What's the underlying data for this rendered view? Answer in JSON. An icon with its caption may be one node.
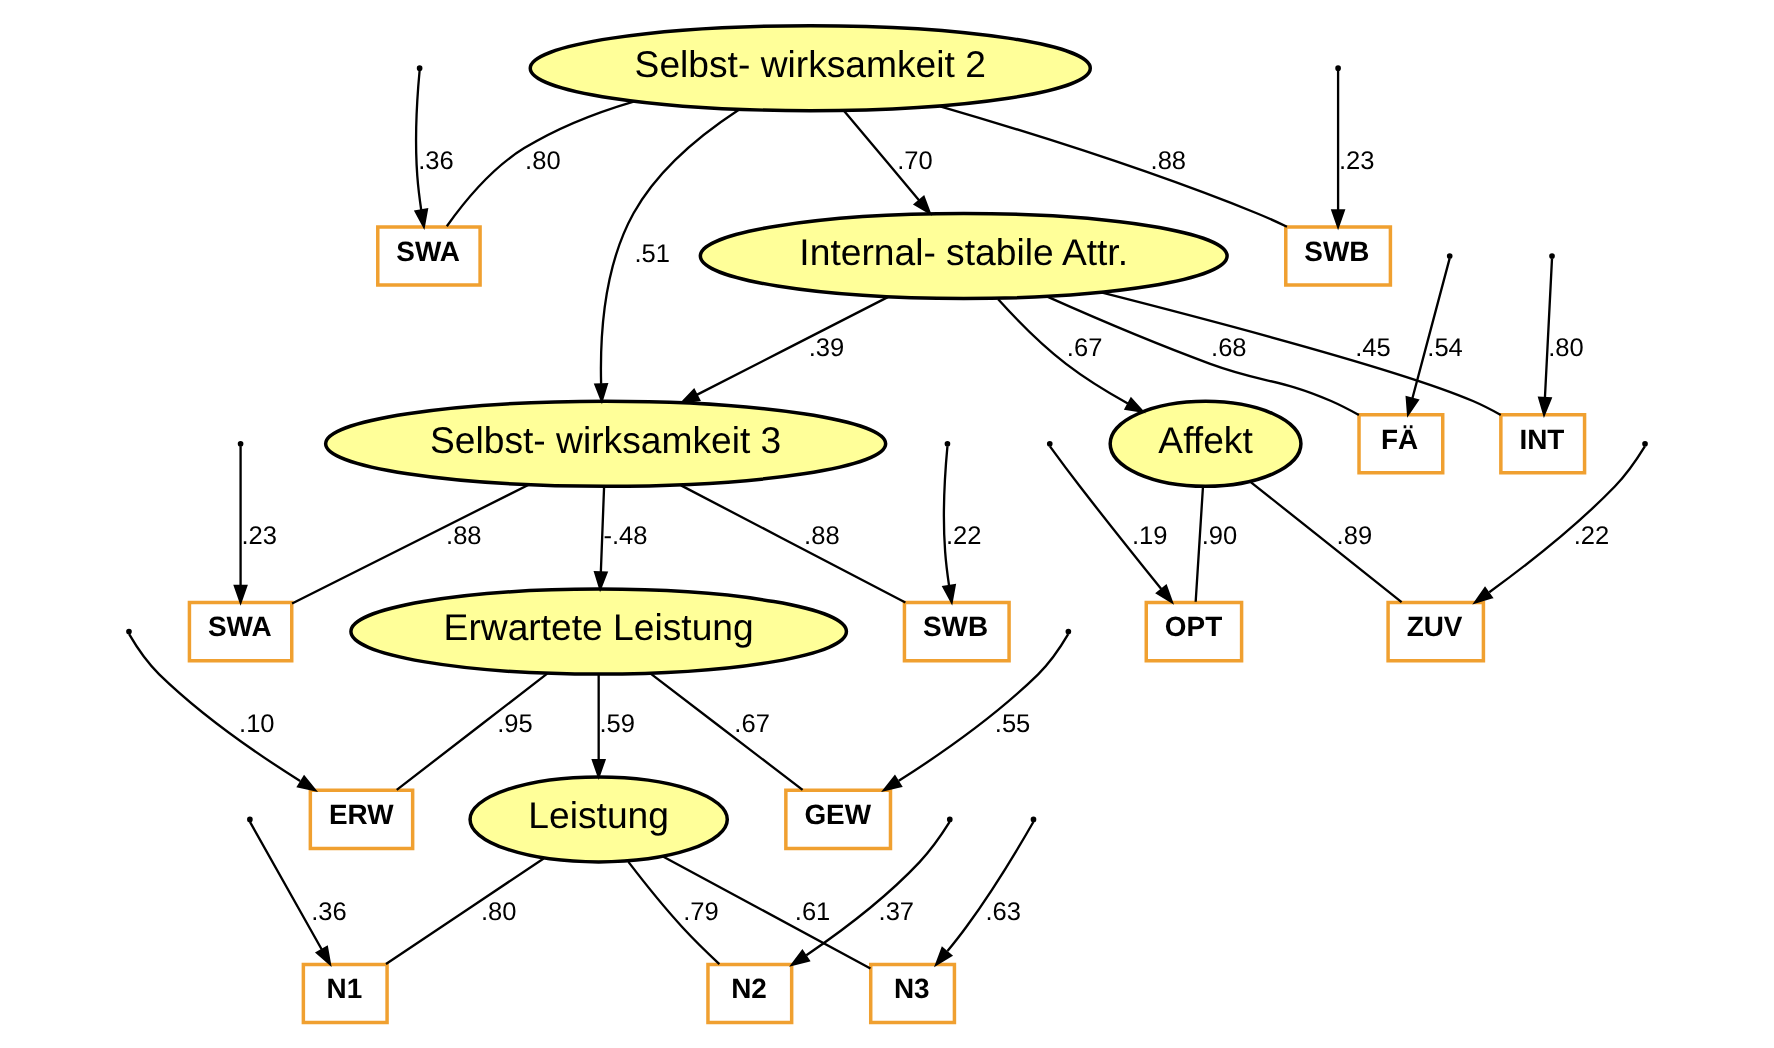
{
  "diagram": {
    "nodes": [
      {
        "text": [
          "Selbst- wirksamkeit 2"
        ]
      },
      {
        "text": [
          "SWA"
        ]
      },
      {
        "text": [
          "SWB"
        ]
      },
      {
        "text": [
          "Selbst- wirksamkeit 3"
        ]
      },
      {
        "text": [
          "SWA"
        ]
      },
      {
        "text": [
          "SWB"
        ]
      },
      {
        "text": [
          "Internal- stabile Attr."
        ]
      },
      {
        "text": [
          "FÄ"
        ]
      },
      {
        "text": [
          "INT"
        ]
      },
      {
        "text": [
          "Erwartete Leistung"
        ]
      },
      {
        "text": [
          "ERW"
        ]
      },
      {
        "text": [
          "GEW"
        ]
      },
      {
        "text": [
          "Affekt"
        ]
      },
      {
        "text": [
          "OPT"
        ]
      },
      {
        "text": [
          "ZUV"
        ]
      },
      {
        "text": [
          "N1"
        ]
      },
      {
        "text": [
          "N2"
        ]
      },
      {
        "text": [
          "N3"
        ]
      },
      {
        "text": [
          "Leistung"
        ]
      }
    ],
    "edges": [
      {
        "from": null,
        "to": 1,
        "arrow": "to",
        "label": ".36"
      },
      {
        "from": null,
        "to": 2,
        "arrow": "to",
        "label": ".23"
      },
      {
        "from": null,
        "to": 4,
        "arrow": "to",
        "label": ".23"
      },
      {
        "from": null,
        "to": 5,
        "arrow": "to",
        "label": ".22"
      },
      {
        "from": 0,
        "to": 1,
        "arrow": "none",
        "label": ".80"
      },
      {
        "from": 0,
        "to": 2,
        "arrow": "none",
        "label": ".88"
      },
      {
        "from": 3,
        "to": 4,
        "arrow": "none",
        "label": ".88"
      },
      {
        "from": 3,
        "to": 5,
        "arrow": "none",
        "label": ".88"
      },
      {
        "from": 0,
        "to": 3,
        "arrow": "to",
        "label": ".51"
      },
      {
        "from": 0,
        "to": 6,
        "arrow": "to",
        "label": ".70"
      },
      {
        "from": 6,
        "to": 3,
        "arrow": "to",
        "label": ".39"
      },
      {
        "from": 3,
        "to": 9,
        "arrow": "to",
        "label": "-.48"
      },
      {
        "from": null,
        "to": 7,
        "arrow": "to",
        "label": ".54"
      },
      {
        "from": null,
        "to": 8,
        "arrow": "to",
        "label": ".80"
      },
      {
        "from": 6,
        "to": 7,
        "arrow": "none",
        "label": ".68"
      },
      {
        "from": 6,
        "to": 8,
        "arrow": "none",
        "label": ".45"
      },
      {
        "from": 9,
        "to": 10,
        "arrow": "none",
        "label": ".95"
      },
      {
        "from": 9,
        "to": 11,
        "arrow": "none",
        "label": ".67"
      },
      {
        "from": null,
        "to": 10,
        "arrow": "to",
        "label": ".10"
      },
      {
        "from": null,
        "to": 11,
        "arrow": "to",
        "label": ".55"
      },
      {
        "from": 6,
        "to": 12,
        "arrow": "to",
        "label": ".67"
      },
      {
        "from": 9,
        "to": 18,
        "arrow": "to",
        "label": ".59"
      },
      {
        "from": null,
        "to": 13,
        "arrow": "to",
        "label": ".19"
      },
      {
        "from": null,
        "to": 14,
        "arrow": "to",
        "label": ".22"
      },
      {
        "from": 12,
        "to": 13,
        "arrow": "none",
        "label": ".90"
      },
      {
        "from": 12,
        "to": 14,
        "arrow": "none",
        "label": ".89"
      },
      {
        "from": null,
        "to": 15,
        "arrow": "to",
        "label": ".36"
      },
      {
        "from": null,
        "to": 16,
        "arrow": "to",
        "label": ".37"
      },
      {
        "from": null,
        "to": 17,
        "arrow": "to",
        "label": ".63"
      },
      {
        "from": 18,
        "to": 15,
        "arrow": "none",
        "label": ".80"
      },
      {
        "from": 18,
        "to": 16,
        "arrow": "none",
        "label": ".79"
      },
      {
        "from": 18,
        "to": 17,
        "arrow": "none",
        "label": ".61"
      }
    ]
  }
}
